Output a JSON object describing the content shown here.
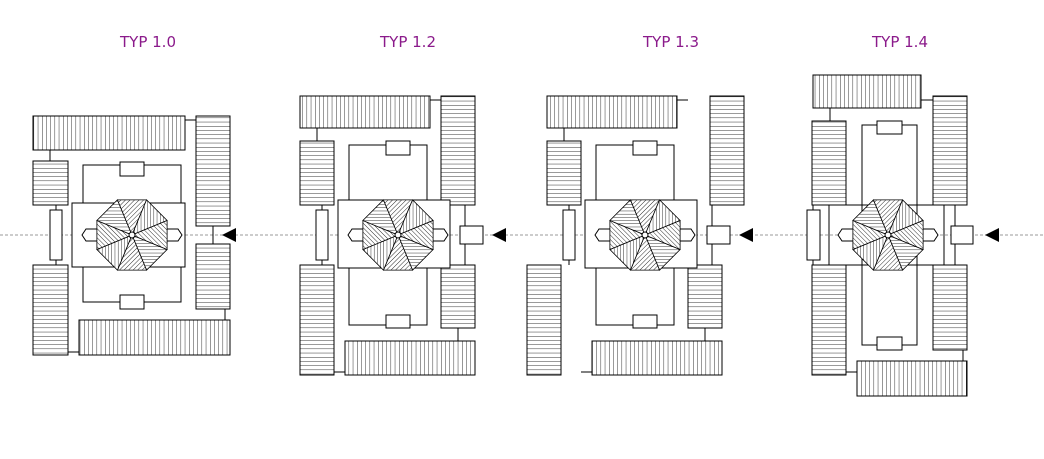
{
  "plans": [
    {
      "title": "TYP 1.0"
    },
    {
      "title": "TYP 1.2"
    },
    {
      "title": "TYP 1.3"
    },
    {
      "title": "TYP 1.4"
    }
  ],
  "colors": {
    "title": "#8b1a8b",
    "line": "#000000",
    "axis": "#9a9a9a",
    "background": "#ffffff"
  }
}
